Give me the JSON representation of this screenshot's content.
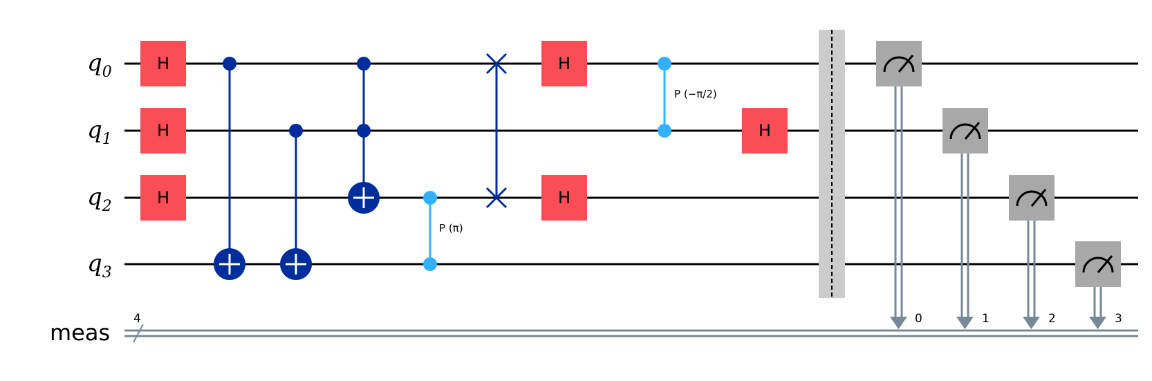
{
  "circuit": {
    "qubits": [
      {
        "name": "q",
        "index": "0"
      },
      {
        "name": "q",
        "index": "1"
      },
      {
        "name": "q",
        "index": "2"
      },
      {
        "name": "q",
        "index": "3"
      }
    ],
    "classical_register": {
      "name": "meas",
      "size": "4"
    },
    "gates": {
      "h_label": "H",
      "cp1_label": "P (π)",
      "cp2_label": "P (−π/2)"
    },
    "measure_bits": [
      "0",
      "1",
      "2",
      "3"
    ],
    "colors": {
      "h_gate": "#fa4d56",
      "cnot": "#002d9c",
      "cphase": "#33b1ff",
      "measure": "#a8a8a8",
      "barrier": "#cccccc",
      "classical_wire": "#778899"
    }
  }
}
